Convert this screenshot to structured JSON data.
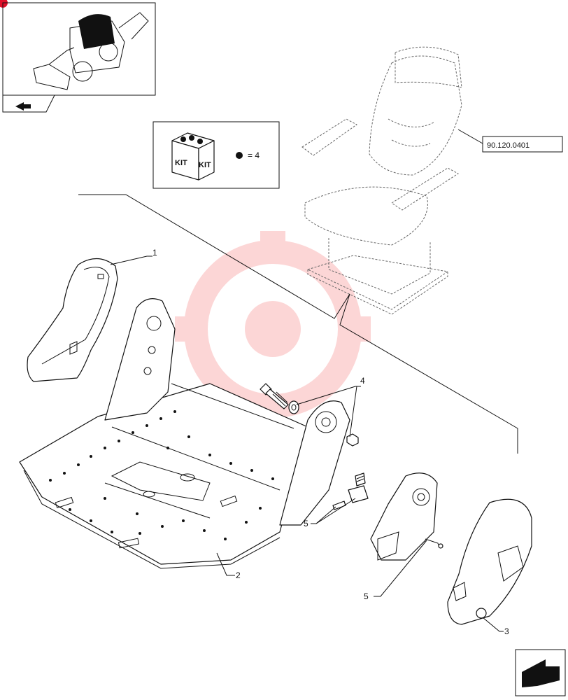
{
  "thumbnail": {
    "icon": "backhoe-loader-thumbnail",
    "nav_icon": "next-page-arrow-icon"
  },
  "kit_box": {
    "kit_label_1": "KIT",
    "kit_label_2": "KIT",
    "quantity_text": "= 4"
  },
  "reference_label": "90.120.0401",
  "callouts": [
    {
      "number": "1"
    },
    {
      "number": "2"
    },
    {
      "number": "3"
    },
    {
      "number": "4"
    },
    {
      "number": "5"
    },
    {
      "number": "5"
    }
  ],
  "corner_nav": {
    "icon": "next-page-arrow-icon"
  },
  "colors": {
    "line": "#111111",
    "watermark": "#f24a4a",
    "highlight": "#e0102a"
  }
}
